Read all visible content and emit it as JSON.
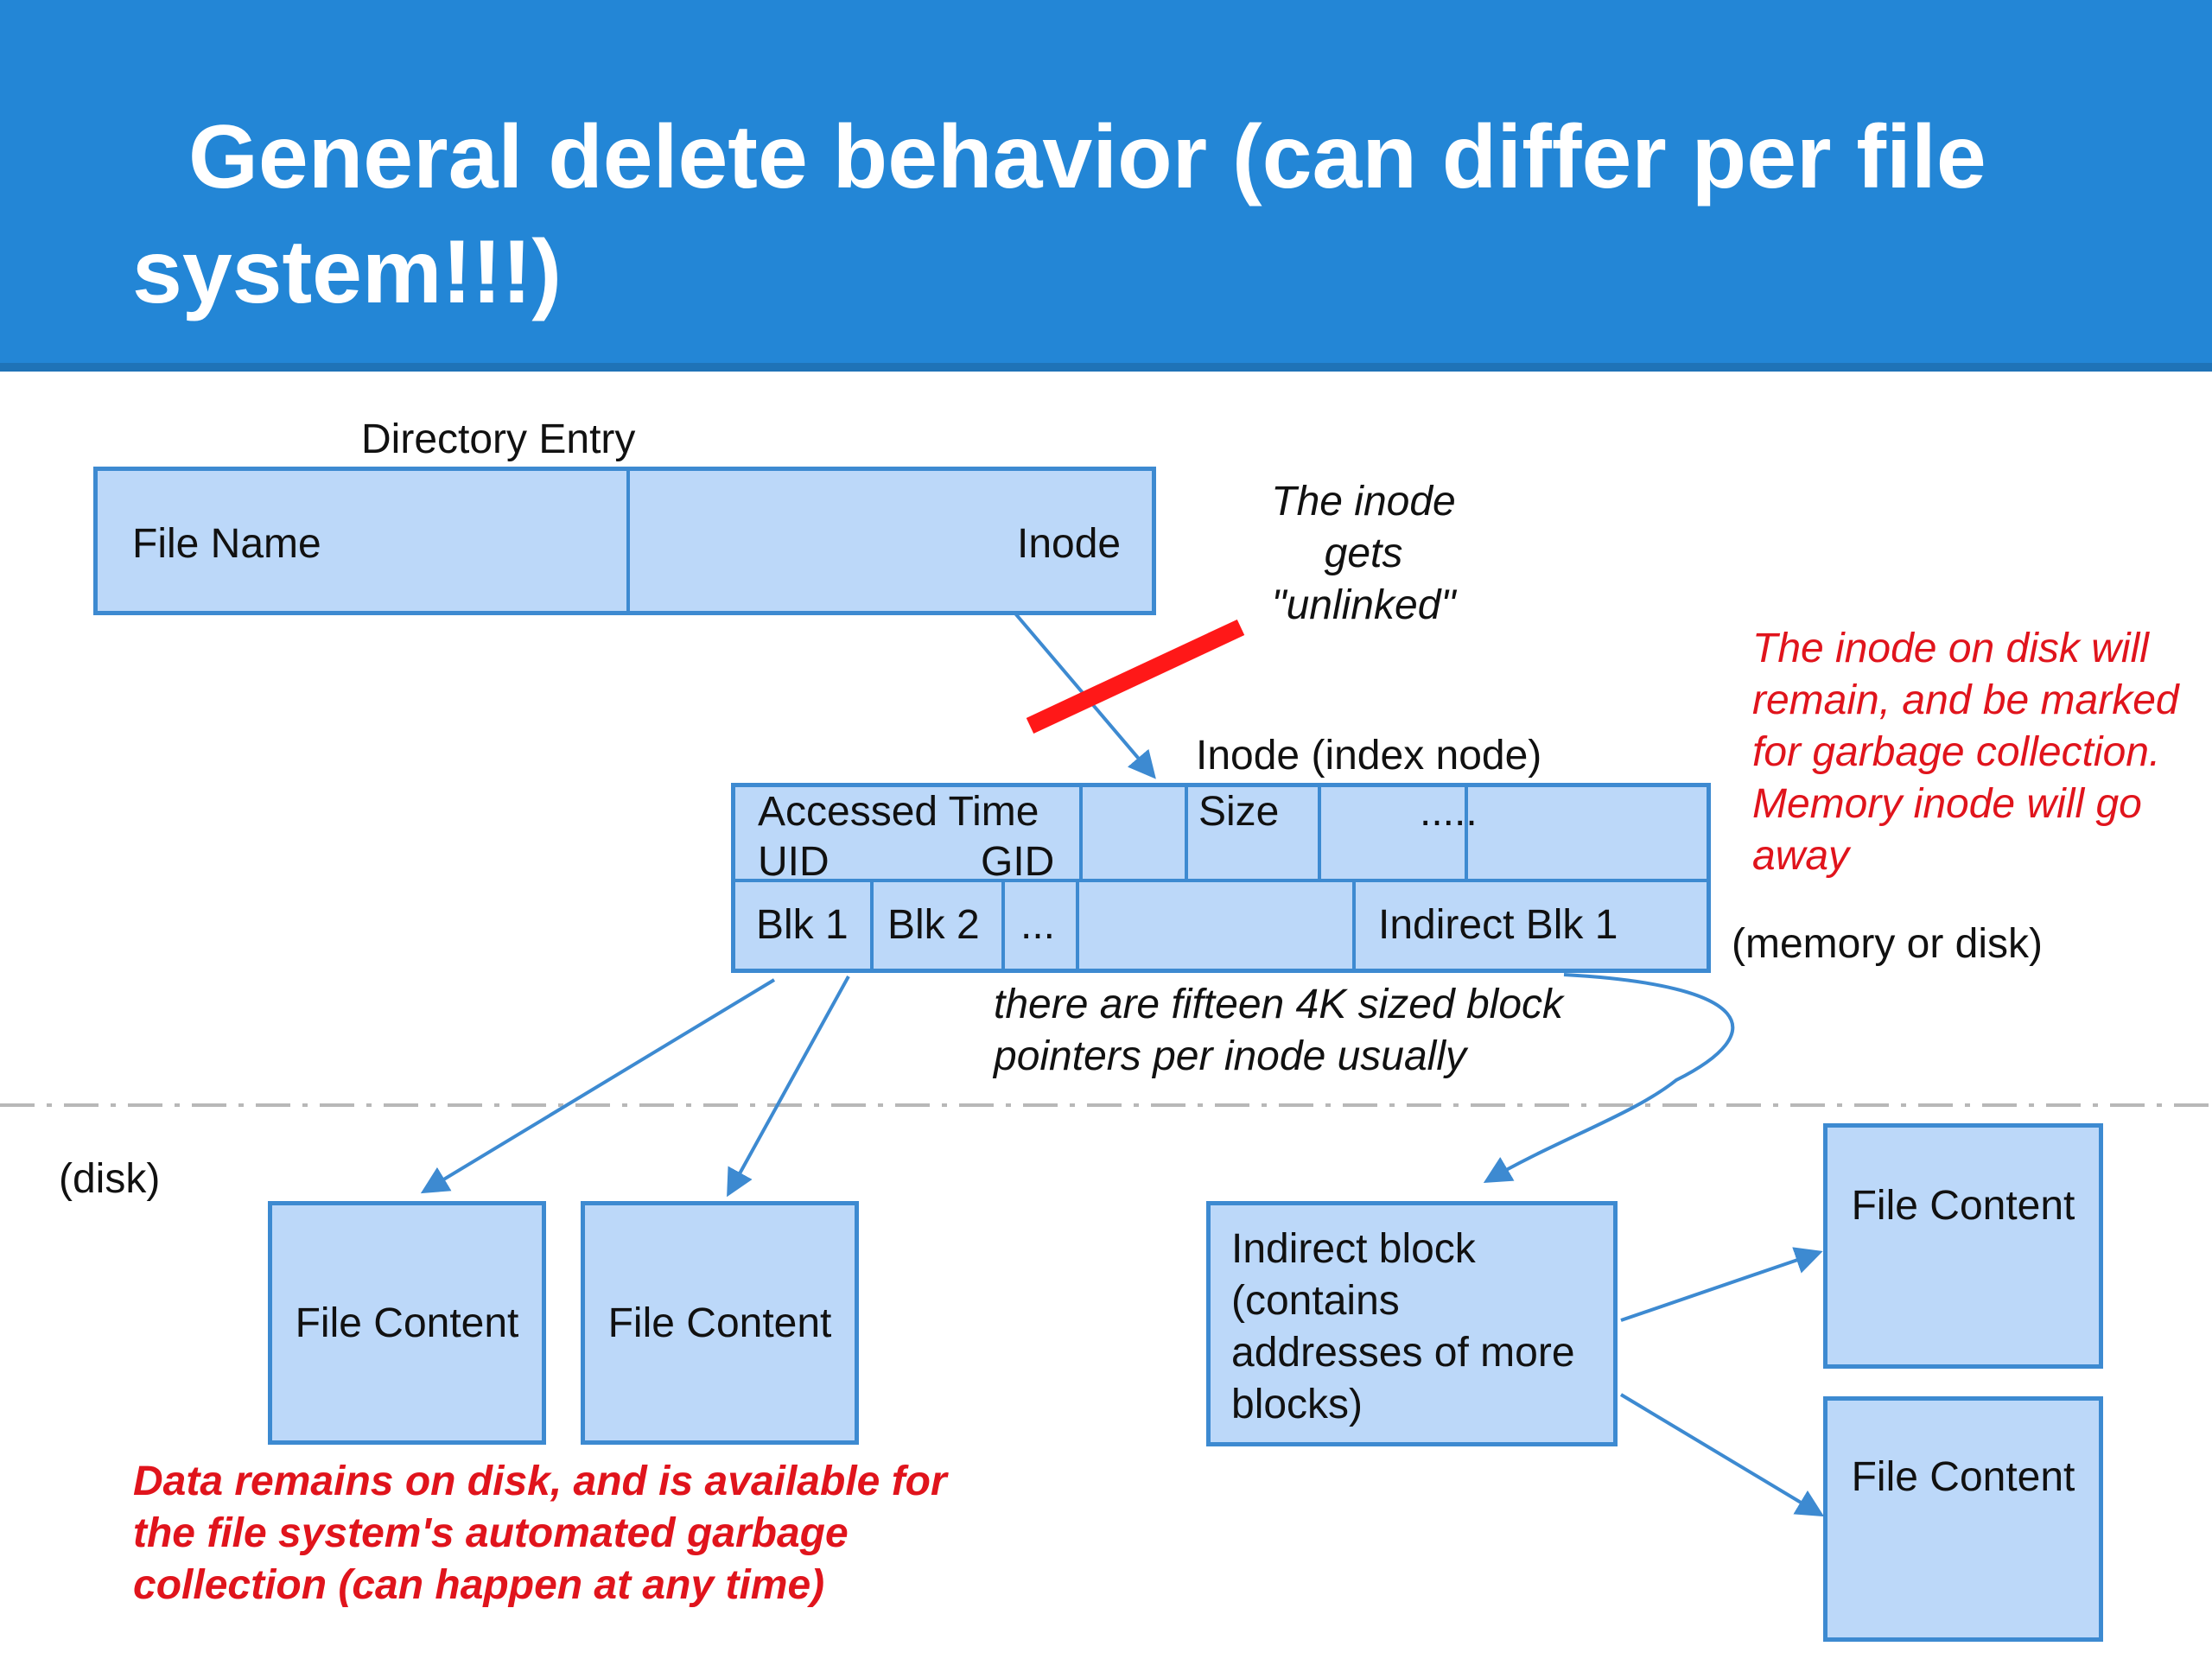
{
  "title_lines": [
    "General delete behavior (can differ per file",
    "system!!!)"
  ],
  "directory_entry": {
    "label": "Directory Entry",
    "file_name": "File Name",
    "inode": "Inode"
  },
  "unlink_note": [
    "The inode",
    "gets",
    "\"unlinked\""
  ],
  "inode": {
    "label": "Inode (index node)",
    "accessed_time": "Accessed Time",
    "uid": "UID",
    "gid": "GID",
    "size": "Size",
    "ellipsis_top": ".....",
    "blk1": "Blk 1",
    "blk2": "Blk 2",
    "ellipsis_blk": "...",
    "indirect_blk": "Indirect Blk 1"
  },
  "inode_note": [
    "The inode on disk will",
    "remain, and be marked",
    "for garbage collection.",
    "Memory inode will go",
    "away"
  ],
  "memory_or_disk": "(memory or disk)",
  "pointer_note": [
    "there are fifteen 4K sized block",
    "pointers per inode usually"
  ],
  "disk_label": "(disk)",
  "file_content": "File Content",
  "indirect_block_text": [
    "Indirect block",
    "(contains",
    "addresses of more",
    "blocks)"
  ],
  "data_note": [
    "Data remains on disk, and is available for",
    "the file system's automated garbage",
    "collection (can happen at any time)"
  ],
  "colors": {
    "header": "#2386d6",
    "box_fill": "#bcd8f9",
    "box_border": "#3d8ad1",
    "note_red": "#e0141c"
  }
}
